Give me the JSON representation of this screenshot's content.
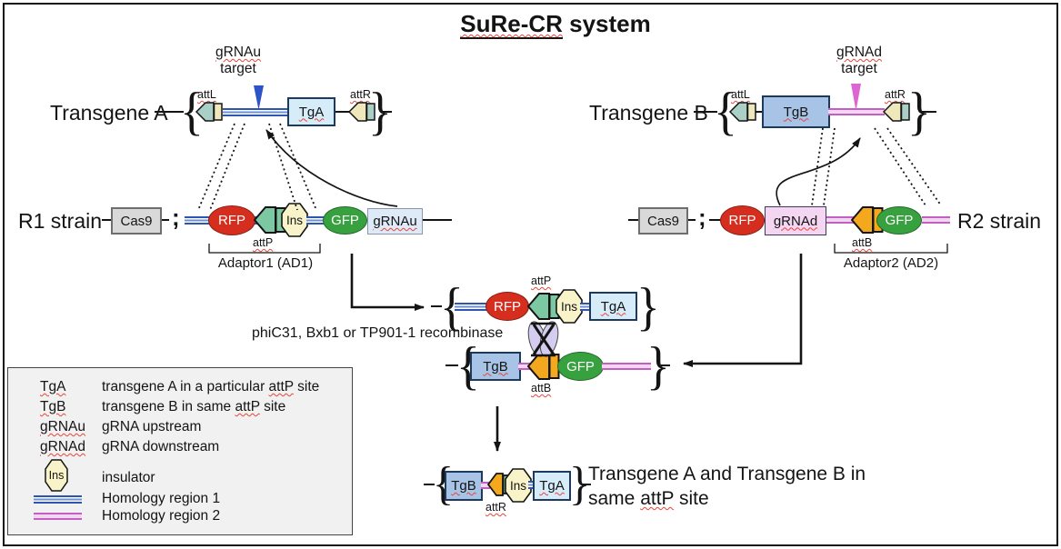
{
  "title": {
    "main": "SuRe-CR",
    "rest": " system"
  },
  "glyphs": {
    "lbrace": "{",
    "rbrace": "}",
    "semicolon": ";"
  },
  "labels": {
    "transgene_a": "Transgene A",
    "transgene_b": "Transgene B",
    "r1": "R1 strain",
    "r2": "R2 strain",
    "adaptor1": "Adaptor1 (AD1)",
    "adaptor2": "Adaptor2 (AD2)",
    "recombinase": "phiC31, Bxb1 or TP901-1 recombinase",
    "target": "target"
  },
  "elements": {
    "cas9": "Cas9",
    "rfp": "RFP",
    "gfp": "GFP",
    "ins": "Ins",
    "tga": "TgA",
    "tgb": "TgB",
    "grnau": "gRNAu",
    "grnad": "gRNAd",
    "attl": "attL",
    "attr": "attR",
    "attp": "attP",
    "attb": "attB"
  },
  "caption": {
    "line1": "Transgene A and Transgene B in",
    "line2_pre": "same ",
    "line2_word": "attP",
    "line2_post": " site"
  },
  "legend": {
    "rows": [
      {
        "term": "TgA",
        "pre": "transgene A in a particular ",
        "word": "attP",
        "post": " site"
      },
      {
        "term": "TgB",
        "pre": "transgene B in same ",
        "word": "attP",
        "post": " site"
      },
      {
        "term": "gRNAu",
        "pre": "gRNA upstream",
        "word": "",
        "post": ""
      },
      {
        "term": "gRNAd",
        "pre": "gRNA downstream",
        "word": "",
        "post": ""
      }
    ],
    "ins_term": "Ins",
    "ins_desc": "insulator",
    "hr1": "Homology region 1",
    "hr2": "Homology region 2"
  },
  "colors": {
    "ink": "#141414",
    "rfp": "#d52e1e",
    "gfp": "#38a13f",
    "teal": "#7cc8a2",
    "teal_light": "#a9cfc6",
    "cream": "#efe8ba",
    "amber": "#f3a81e",
    "ins_fill": "#f8f3c8",
    "tga_fill": "#d7ecf9",
    "tgb_fill": "#a7c4e7",
    "gene_border": "#1b3a5e",
    "cas9_fill": "#d9d9d9",
    "cas9_border": "#6e6e6e",
    "grnau_fill": "#dfeaf8",
    "grnau_border": "#8a97a8",
    "grnad_fill": "#f4d6f2",
    "grnad_border": "#3a3a5a",
    "hr1": "#2e55b0",
    "hr1_mid": "#6c8fd8",
    "hr2": "#c45ec2",
    "hr2_light": "#efd8f0",
    "tgt_u": "#2d53c8",
    "tgt_d": "#dc65d2",
    "recomb": "#d4cdf0",
    "legend_bg": "#f1f1f1",
    "squiggle": "#e8443a"
  }
}
